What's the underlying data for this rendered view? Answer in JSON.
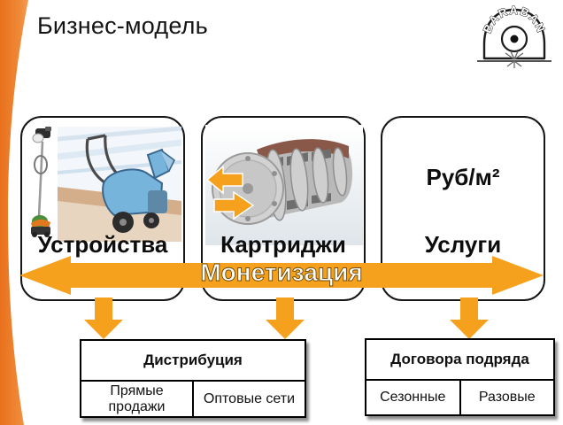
{
  "slide": {
    "title": "Бизнес-модель",
    "logo_text": "BARABAN"
  },
  "cards": [
    {
      "label": "Устройства"
    },
    {
      "label": "Картриджи"
    },
    {
      "label": "Услуги",
      "value": "Руб/м²"
    }
  ],
  "monetization": {
    "label": "Монетизация"
  },
  "tables": {
    "distribution": {
      "header": "Дистрибуция",
      "cells": [
        "Прямые продажи",
        "Оптовые сети"
      ]
    },
    "contracts": {
      "header": "Договора подряда",
      "cells": [
        "Сезонные",
        "Разовые"
      ]
    }
  },
  "icons": {
    "logo": "baraban-drum-logo",
    "card1_images": [
      "string-trimmer",
      "snow-blower"
    ],
    "card2_image": "brush-cartridge-drum"
  },
  "colors": {
    "accent_orange": "#F6A11E",
    "swoosh_orange": "#ED7D31",
    "arrow_text": "#FFFFFF"
  }
}
